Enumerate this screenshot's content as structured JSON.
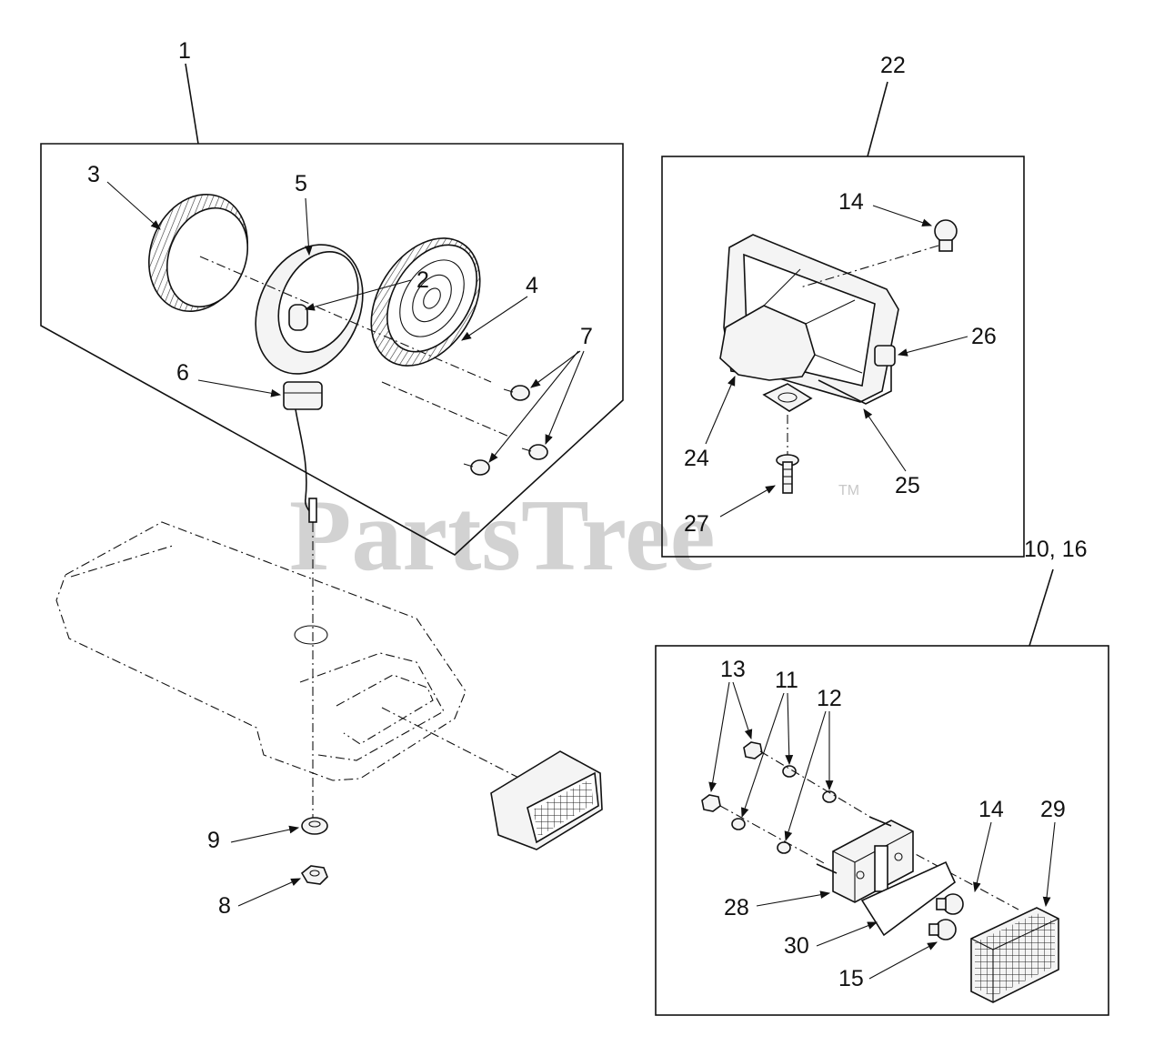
{
  "watermark": {
    "text": "PartsTree",
    "trademark": "TM"
  },
  "callouts": {
    "c1": "1",
    "c2": "2",
    "c3": "3",
    "c4": "4",
    "c5": "5",
    "c6": "6",
    "c7": "7",
    "c8": "8",
    "c9": "9",
    "c22": "22",
    "c14a": "14",
    "c24": "24",
    "c25": "25",
    "c26": "26",
    "c27": "27",
    "c10_16": "10, 16",
    "c11": "11",
    "c12": "12",
    "c13": "13",
    "c14b": "14",
    "c15": "15",
    "c28": "28",
    "c29": "29",
    "c30": "30"
  },
  "colors": {
    "line": "#111111",
    "watermark": "#d2d2d2",
    "background": "#ffffff"
  }
}
